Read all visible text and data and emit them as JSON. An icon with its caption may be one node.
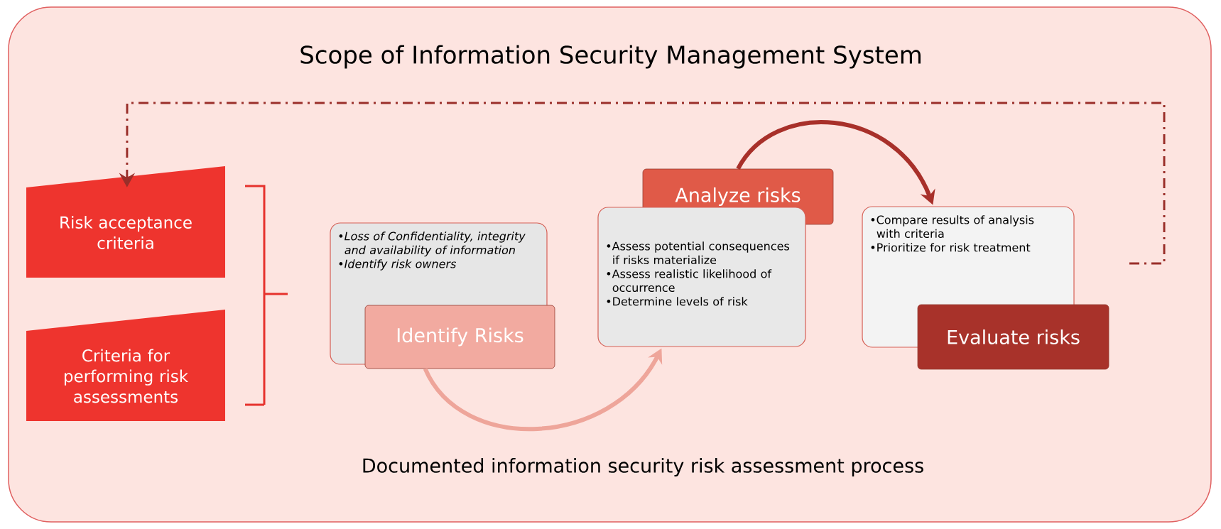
{
  "diagram": {
    "nodes": [
      {
        "text": [
          "Scope of Information Security Management System",
          "Documented information security risk assessment process"
        ]
      },
      {
        "text": [
          "Risk acceptance criteria"
        ],
        "in": 0
      },
      {
        "text": [
          "Criteria for performing risk assessments"
        ],
        "in": 0
      },
      {
        "text": [
          "•Loss of Confidentiality, integrity and availability of information",
          "•Identify risk owners"
        ],
        "in": 0
      },
      {
        "text": [
          "Identify Risks"
        ],
        "in": 0
      },
      {
        "text": [
          "Analyze risks"
        ],
        "in": 0
      },
      {
        "text": [
          "•Assess potential consequences if risks materialize",
          "•Assess realistic likelihood of occurrence",
          "•Determine levels of risk"
        ],
        "in": 0
      },
      {
        "text": [
          "•Compare results of analysis with criteria",
          "•Prioritize for risk treatment"
        ],
        "in": 0
      },
      {
        "text": [
          "Evaluate risks"
        ],
        "in": 0
      }
    ],
    "edges": [
      {
        "from": 4,
        "to": 6,
        "arrow": "to",
        "color": "#eea59a"
      },
      {
        "from": 5,
        "to": 7,
        "arrow": "to",
        "color": "#a8302a"
      },
      {
        "from": null,
        "to": 1,
        "arrow": "to",
        "style": "dashed",
        "color": "#9a2f2a"
      }
    ]
  }
}
